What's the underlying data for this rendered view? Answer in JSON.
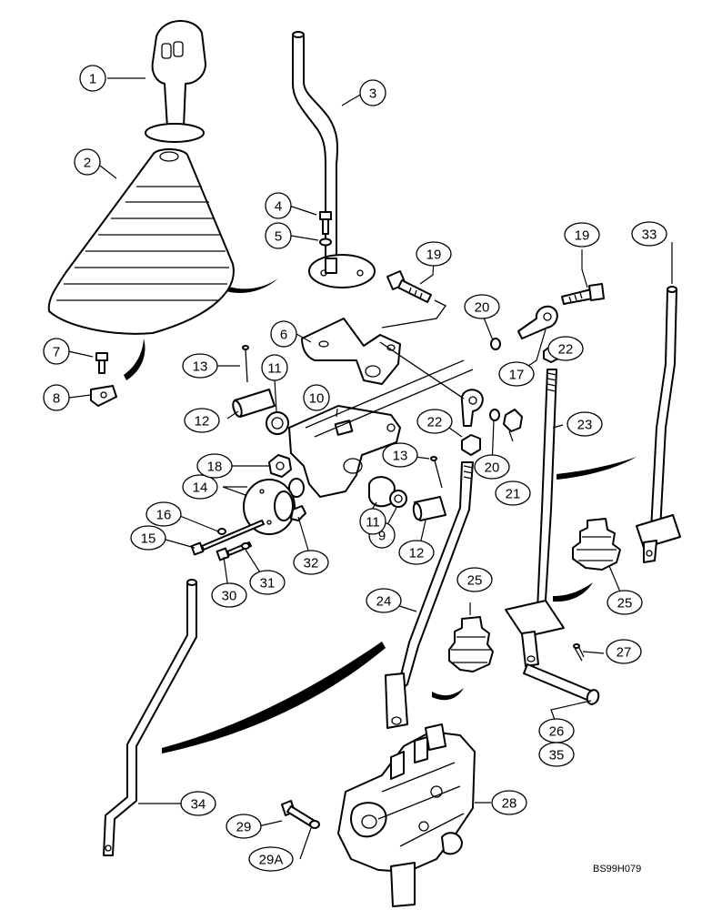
{
  "figure_code": "BS99H079",
  "callouts": [
    {
      "label": "1",
      "shape": "circle"
    },
    {
      "label": "2",
      "shape": "circle"
    },
    {
      "label": "3",
      "shape": "circle"
    },
    {
      "label": "4",
      "shape": "circle"
    },
    {
      "label": "5",
      "shape": "circle"
    },
    {
      "label": "6",
      "shape": "circle"
    },
    {
      "label": "7",
      "shape": "circle"
    },
    {
      "label": "8",
      "shape": "circle"
    },
    {
      "label": "9",
      "shape": "circle"
    },
    {
      "label": "10",
      "shape": "circle"
    },
    {
      "label": "11",
      "shape": "circle"
    },
    {
      "label": "11",
      "shape": "circle"
    },
    {
      "label": "12",
      "shape": "oval"
    },
    {
      "label": "12",
      "shape": "oval"
    },
    {
      "label": "13",
      "shape": "oval"
    },
    {
      "label": "13",
      "shape": "oval"
    },
    {
      "label": "14",
      "shape": "oval"
    },
    {
      "label": "15",
      "shape": "oval"
    },
    {
      "label": "16",
      "shape": "oval"
    },
    {
      "label": "17",
      "shape": "oval"
    },
    {
      "label": "18",
      "shape": "oval"
    },
    {
      "label": "19",
      "shape": "oval"
    },
    {
      "label": "19",
      "shape": "oval"
    },
    {
      "label": "20",
      "shape": "oval"
    },
    {
      "label": "20",
      "shape": "oval"
    },
    {
      "label": "21",
      "shape": "oval"
    },
    {
      "label": "22",
      "shape": "oval"
    },
    {
      "label": "22",
      "shape": "oval"
    },
    {
      "label": "23",
      "shape": "oval"
    },
    {
      "label": "24",
      "shape": "oval"
    },
    {
      "label": "25",
      "shape": "oval"
    },
    {
      "label": "25",
      "shape": "oval"
    },
    {
      "label": "26",
      "shape": "oval"
    },
    {
      "label": "35",
      "shape": "oval"
    },
    {
      "label": "27",
      "shape": "oval"
    },
    {
      "label": "28",
      "shape": "oval"
    },
    {
      "label": "29",
      "shape": "oval"
    },
    {
      "label": "29A",
      "shape": "oval"
    },
    {
      "label": "30",
      "shape": "oval"
    },
    {
      "label": "31",
      "shape": "oval"
    },
    {
      "label": "32",
      "shape": "oval"
    },
    {
      "label": "33",
      "shape": "oval"
    },
    {
      "label": "34",
      "shape": "oval"
    }
  ]
}
